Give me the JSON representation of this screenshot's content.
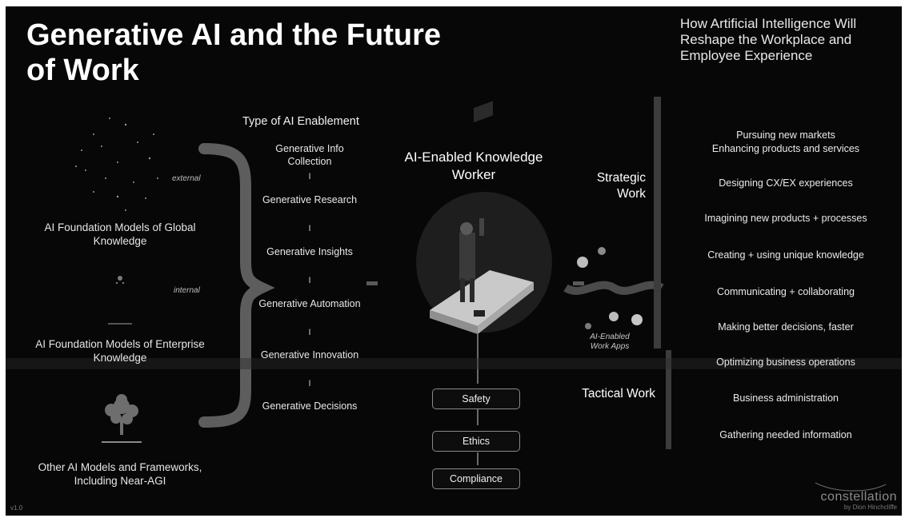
{
  "title": "Generative AI and the Future of Work",
  "subtitle": "How Artificial Intelligence Will Reshape the Workplace and Employee Experience",
  "sources": {
    "global": "AI Foundation Models of Global Knowledge",
    "enterprise": "AI Foundation Models of Enterprise Knowledge",
    "other": "Other AI Models and Frameworks, Including Near-AGI",
    "external_label": "external",
    "internal_label": "internal"
  },
  "enablement": {
    "heading": "Type of AI Enablement",
    "items": [
      "Generative Info Collection",
      "Generative Research",
      "Generative Insights",
      "Generative Automation",
      "Generative Innovation",
      "Generative Decisions"
    ],
    "separator": "I"
  },
  "worker": {
    "title": "AI-Enabled Knowledge Worker",
    "apps_label": "AI-Enabled Work Apps"
  },
  "governance": [
    "Safety",
    "Ethics",
    "Compliance"
  ],
  "work": {
    "strategic": "Strategic Work",
    "tactical": "Tactical Work"
  },
  "outcomes": [
    "Pursuing new markets",
    "Enhancing products and services",
    "Designing CX/EX experiences",
    "Imagining new products + processes",
    "Creating + using unique knowledge",
    "Communicating + collaborating",
    "Making better decisions, faster",
    "Optimizing business operations",
    "Business administration",
    "Gathering needed information"
  ],
  "branding": {
    "logo": "constellation",
    "byline": "by Dion Hinchcliffe",
    "version": "v1.0"
  },
  "colors": {
    "background": "#070707",
    "text": "#f2f2f2",
    "accent_gray": "#5a5a5a"
  }
}
